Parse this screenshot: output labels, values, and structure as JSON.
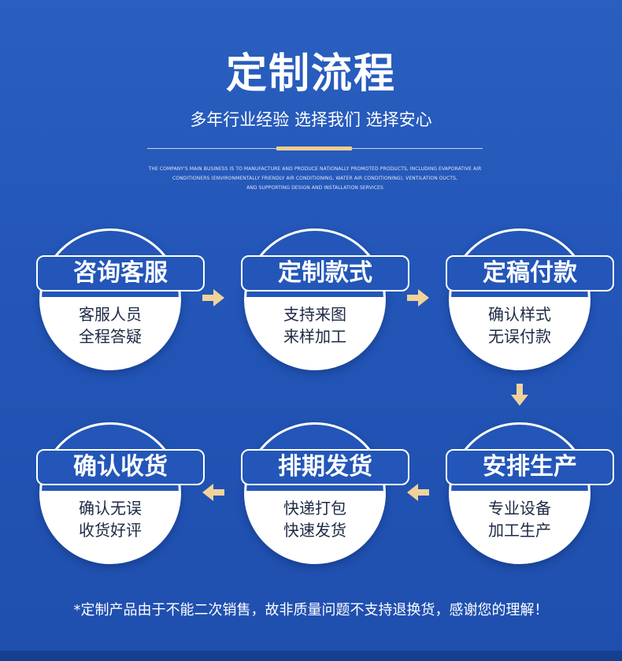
{
  "header": {
    "title": "定制流程",
    "subtitle": "多年行业经验 选择我们 选择安心",
    "english_lines": [
      "THE COMPANY'S MAIN BUSINESS IS TO MANUFACTURE AND PRODUCE NATIONALLY PROMOTED PRODUCTS, INCLUDING EVAPORATIVE AIR",
      "CONDITIONERS (ENVIRONMENTALLY FRIENDLY AIR CONDITIONING, WATER AIR CONDITIONING), VENTILATION DUCTS,",
      "AND SUPPORTING DESIGN AND INSTALLATION SERVICES"
    ]
  },
  "steps": [
    {
      "title": "咨询客服",
      "line1": "客服人员",
      "line2": "全程答疑"
    },
    {
      "title": "定制款式",
      "line1": "支持来图",
      "line2": "来样加工"
    },
    {
      "title": "定稿付款",
      "line1": "确认样式",
      "line2": "无误付款"
    },
    {
      "title": "安排生产",
      "line1": "专业设备",
      "line2": "加工生产"
    },
    {
      "title": "排期发货",
      "line1": "快递打包",
      "line2": "快速发货"
    },
    {
      "title": "确认收货",
      "line1": "确认无误",
      "line2": "收货好评"
    }
  ],
  "footnote": "*定制产品由于不能二次销售，故非质量问题不支持退换货，感谢您的理解！",
  "colors": {
    "background": "#2356b8",
    "accent": "#f1cf8e",
    "arrow": "#f1d39a",
    "text_dark": "#1d2a44"
  }
}
